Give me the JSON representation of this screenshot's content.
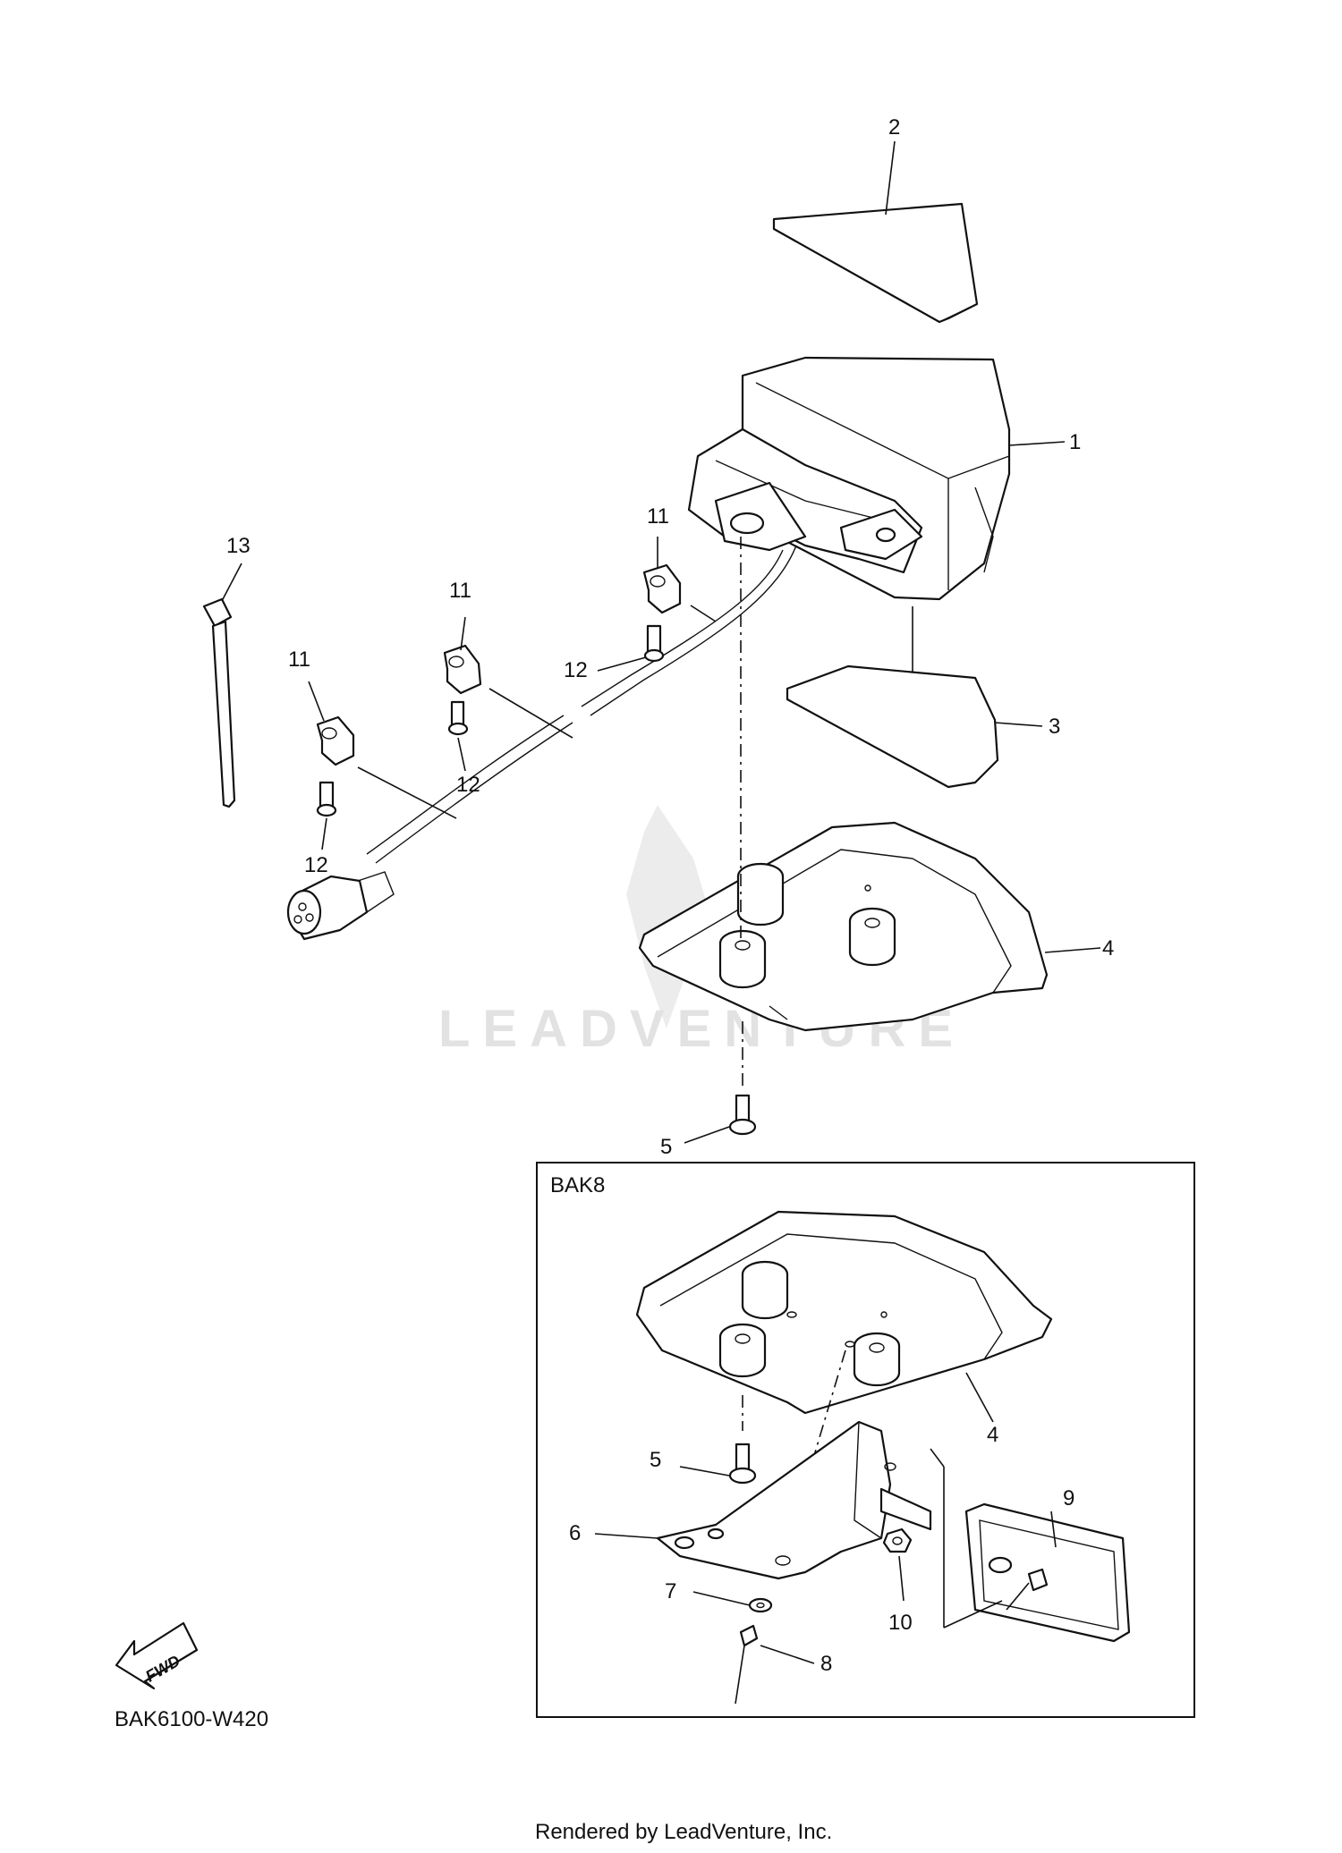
{
  "diagram": {
    "part_code": "BAK6100-W420",
    "variant_box_label": "BAK8",
    "fwd_label": "FWD",
    "watermark": "LEADVENTURE",
    "rendered_by": "Rendered by LeadVenture, Inc.",
    "callouts": {
      "c1": "1",
      "c2": "2",
      "c3": "3",
      "c4": "4",
      "c4b": "4",
      "c5": "5",
      "c5b": "5",
      "c6": "6",
      "c7": "7",
      "c8": "8",
      "c9": "9",
      "c10": "10",
      "c11a": "11",
      "c11b": "11",
      "c11c": "11",
      "c12a": "12",
      "c12b": "12",
      "c12c": "12",
      "c13": "13"
    }
  }
}
